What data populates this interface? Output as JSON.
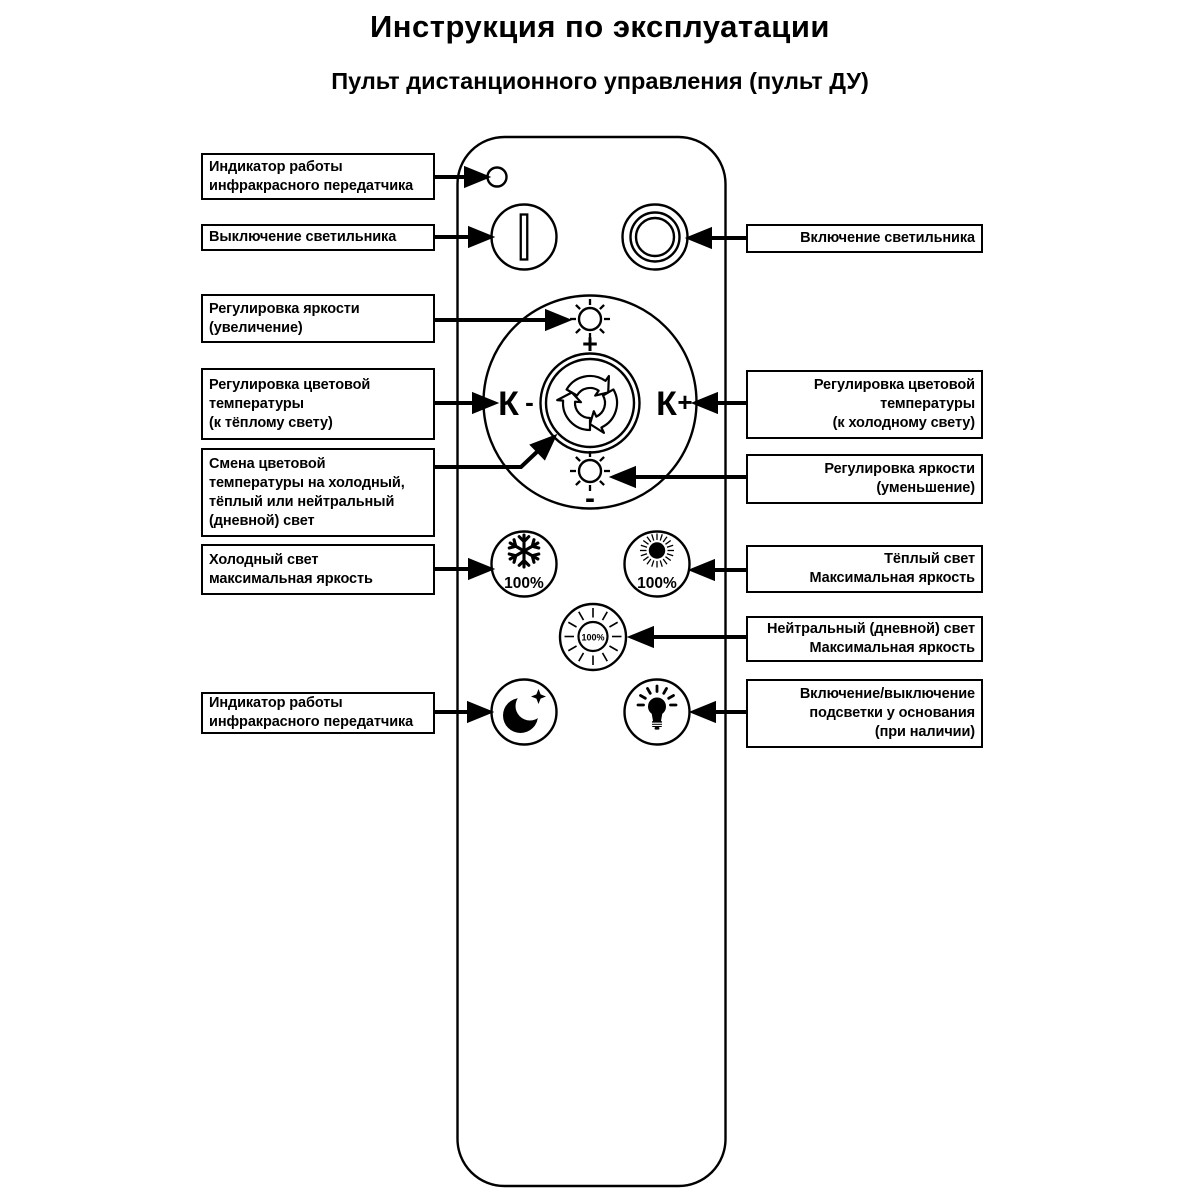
{
  "title": "Инструкция по эксплуатации",
  "subtitle": "Пульт дистанционного управления (пульт ДУ)",
  "left_labels": [
    "Индикатор работы\nинфракрасного передатчика",
    "Выключение светильника",
    "Регулировка яркости\n(увеличение)",
    "Регулировка цветовой\nтемпературы\n(к тёплому свету)",
    "Смена цветовой\nтемпературы на холодный,\nтёплый или нейтральный\n(дневной) свет",
    "Холодный свет\nмаксимальная яркость",
    "Индикатор работы\nинфракрасного передатчика"
  ],
  "right_labels": [
    "Включение светильника",
    "Регулировка цветовой\nтемпературы\n(к холодному свету)",
    "Регулировка яркости\n(уменьшение)",
    "Тёплый свет\nМаксимальная яркость",
    "Нейтральный (дневной) свет\nМаксимальная яркость",
    "Включение/выключение\nподсветки у основания\n(при наличии)"
  ],
  "dial": {
    "k_minus_letter": "К",
    "minus_sign": "-",
    "k_plus_letter": "К",
    "plus_sign": "+",
    "brightness_plus": "+",
    "brightness_minus": "-"
  },
  "buttons": {
    "cold_max": "100%",
    "warm_max": "100%",
    "neutral_max": "100%"
  },
  "icons": {
    "ir_indicator": "small-circle",
    "power_off": "circle-with-vertical-bar",
    "power_on": "concentric-circles",
    "brightness_up": "sun-outline",
    "brightness_down": "sun-outline",
    "color_cycle": "three-circular-arrows",
    "cold_light": "snowflake",
    "warm_light": "sun-filled",
    "neutral_light": "sun-outline-100",
    "night_mode": "crescent-moon-with-star",
    "base_light": "light-bulb"
  },
  "colors": {
    "line": "#000000",
    "background": "#ffffff"
  }
}
